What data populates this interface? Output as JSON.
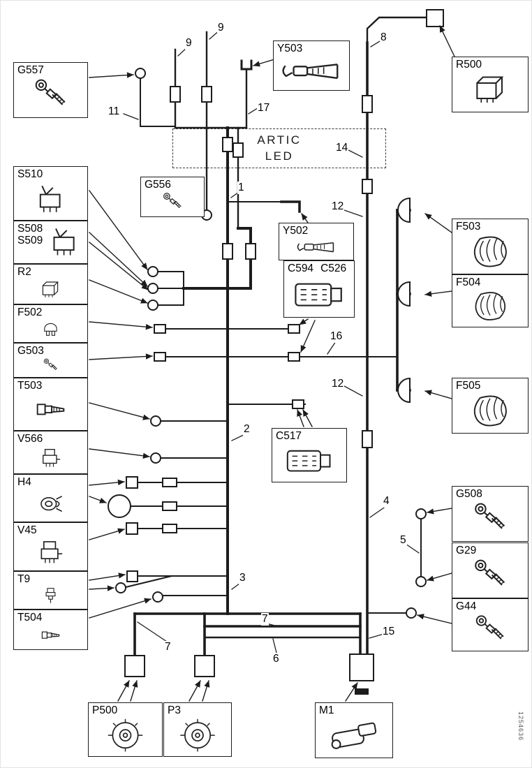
{
  "diagram": {
    "artic_line1": "ARTIC",
    "artic_line2": "LED",
    "part_number": "1254636"
  },
  "components": {
    "g557": "G557",
    "s510": "S510",
    "s508": "S508",
    "s509": "S509",
    "r2": "R2",
    "f502": "F502",
    "g503": "G503",
    "t503": "T503",
    "v566": "V566",
    "h4": "H4",
    "v45": "V45",
    "t9": "T9",
    "t504": "T504",
    "p500": "P500",
    "p3": "P3",
    "m1": "M1",
    "y503": "Y503",
    "g556": "G556",
    "y502": "Y502",
    "c594": "C594",
    "c526": "C526",
    "c517": "C517",
    "r500": "R500",
    "f503": "F503",
    "f504": "F504",
    "f505": "F505",
    "g508": "G508",
    "g29": "G29",
    "g44": "G44"
  },
  "wire_labels": {
    "n9a": "9",
    "n9b": "9",
    "n8": "8",
    "n17": "17",
    "n11": "11",
    "n14": "14",
    "n1": "1",
    "n12a": "12",
    "n16": "16",
    "n12b": "12",
    "n2": "2",
    "n4": "4",
    "n5": "5",
    "n3": "3",
    "n7a": "7",
    "n7b": "7",
    "n15": "15",
    "n6": "6"
  },
  "icons": {
    "g557": "ground-terminal-icon",
    "s510": "toggle-switch-icon",
    "s508": "toggle-switch-icon",
    "r2": "relay-icon",
    "f502": "fuse-icon",
    "g503": "ground-terminal-icon",
    "t503": "temp-sensor-icon",
    "v566": "solenoid-valve-icon",
    "h4": "horn-icon",
    "v45": "solenoid-valve-icon",
    "t9": "pressure-switch-icon",
    "t504": "temp-sensor-icon",
    "p500": "alternator-icon",
    "p3": "alternator-icon",
    "m1": "starter-motor-icon",
    "y503": "cable-lug-icon",
    "g556": "ground-terminal-icon",
    "y502": "cable-lug-icon",
    "c594_c526": "connector-icon",
    "c517": "connector-icon",
    "r500": "relay-icon",
    "f503": "lamp-housing-icon",
    "f504": "lamp-housing-icon",
    "f505": "lamp-housing-icon",
    "g508": "ground-terminal-icon",
    "g29": "ground-terminal-icon",
    "g44": "ground-terminal-icon"
  },
  "colors": {
    "line": "#1c1c1c",
    "background": "#ffffff"
  }
}
